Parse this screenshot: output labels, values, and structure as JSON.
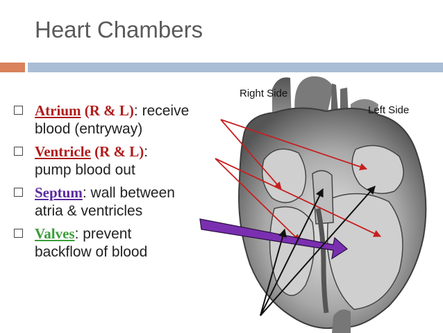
{
  "slide": {
    "title": "Heart Chambers",
    "right_side_label": "Right Side",
    "left_side_label": "Left Side",
    "bullets": [
      {
        "term": "Atrium",
        "term_color": "#b01c1c",
        "qualifier": " (R & L)",
        "rest1": ": receive",
        "rest2": "blood (entryway)"
      },
      {
        "term": "Ventricle",
        "term_color": "#b01c1c",
        "qualifier": " (R & L)",
        "rest1": ":",
        "rest2": "pump blood out"
      },
      {
        "term": "Septum",
        "term_color": "#5b2a9e",
        "qualifier": "",
        "rest1": ": wall between",
        "rest2": "atria & ventricles"
      },
      {
        "term": "Valves",
        "term_color": "#3a9d3a",
        "qualifier": "",
        "rest1": ": prevent",
        "rest2": "backflow of blood"
      }
    ]
  },
  "colors": {
    "accent_orange": "#d9825b",
    "accent_blue": "#a9bdd4",
    "arrow_red": "#c61f1f",
    "arrow_purple": "#7a2fb0",
    "arrow_black": "#111111"
  }
}
